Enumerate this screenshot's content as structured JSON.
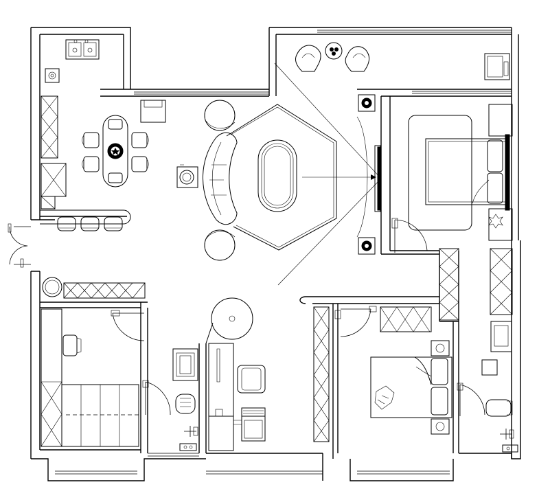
{
  "drawing": {
    "kind": "floor-plan",
    "line_color": "#000000",
    "background_color": "#ffffff",
    "rooms": [
      "kitchen",
      "dining-area",
      "living-room",
      "master-bedroom",
      "study",
      "bathroom",
      "laundry",
      "second-bedroom",
      "ensuite-bathroom",
      "balcony"
    ]
  }
}
